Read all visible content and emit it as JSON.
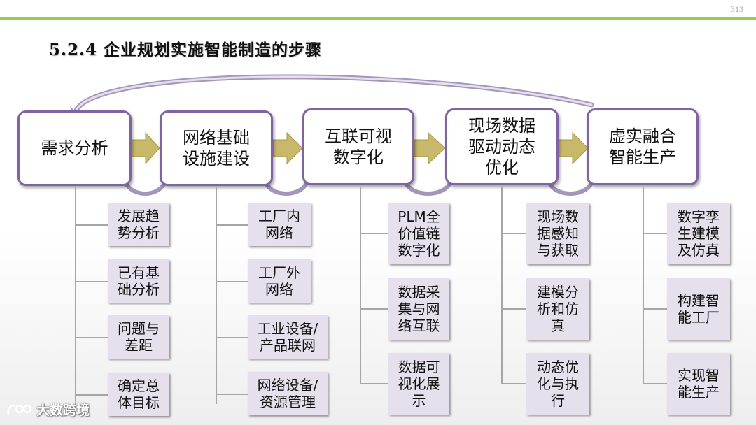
{
  "page_number": "313",
  "title": "5.2.4 企业规划实施智能制造的步骤",
  "colors": {
    "accent_line": "#92d050",
    "stage_border": "#8064a2",
    "sub_fill": "#e6e0ec",
    "arrow_fill": "#c8b96a",
    "connector": "#a6a6a6"
  },
  "stages": [
    {
      "label": "需求分析",
      "subs": [
        "发展趋\n势分析",
        "已有基\n础分析",
        "问题与\n差距",
        "确定总\n体目标"
      ]
    },
    {
      "label": "网络基础\n设施建设",
      "subs": [
        "工厂内\n网络",
        "工厂外\n网络",
        "工业设备/\n产品联网",
        "网络设备/\n资源管理"
      ]
    },
    {
      "label": "互联可视\n数字化",
      "subs": [
        "PLM全\n价值链\n数字化",
        "数据采\n集与网\n络互联",
        "数据可\n视化展\n示"
      ]
    },
    {
      "label": "现场数据\n驱动动态\n优化",
      "subs": [
        "现场数\n据感知\n与获取",
        "建模分\n析和仿\n真",
        "动态优\n化与执\n行"
      ]
    },
    {
      "label": "虚实融合\n智能生产",
      "subs": [
        "数字孪\n生建模\n及仿真",
        "构建智\n能工厂",
        "实现智\n能生产"
      ]
    }
  ],
  "watermark": "大数跨境"
}
